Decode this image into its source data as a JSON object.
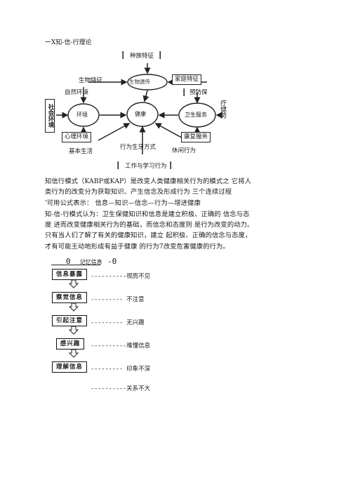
{
  "header": {
    "title": "一X知-信-行理论"
  },
  "diagram": {
    "top_label": "种族特征",
    "top_left_label": "生物特征",
    "top_right_label": "家庭特征",
    "left_top_label": "自然环境",
    "left_vertical_label": "社会环境",
    "left_bottom_label": "心理环境",
    "right_top_label": "预防保",
    "right_side_label": "疗健劳",
    "right_bottom_label": "康复服务",
    "center_top_text": "生物遗传",
    "center_text": "健康",
    "left_circle_text": "环境",
    "right_circle_text": "卫生服务",
    "bottom_left_label": "基本生活",
    "bottom_center_label": "行为生牙方式",
    "bottom_right_label": "休闲行为",
    "footer_label": "工作与学习行为"
  },
  "body": {
    "para1": "知信行模式（KABP或KAP）是改变人类健康相关行为的模式之 它将人类行为的改变分为获取知识、产生信念及形成行为 三个连续过程",
    "para2": "'可用公式表示： 信息—知识—信念—行为—增进健康",
    "para3": "知-信-行模式认为：卫生保健知识和信息是建立积极、正确的 信念与态度 进而改变健康相关行为的基础，而信念和态度则 是行为改变的动力。只有当人们了解了有关的健康知识，建立 起积极、正确的信念与态度，才有可能王动地形成有益于健康 的行为7改变危害健康的行为。"
  },
  "memory": {
    "heading_prefix": "0",
    "heading": "记忆信息",
    "heading_suffix": "-0",
    "steps": [
      {
        "box": "信息暴露",
        "result": "----------视而不见"
      },
      {
        "box": "察觉信息",
        "result": "--------- 不注意"
      },
      {
        "box": "引起注意",
        "result": "--------- 无兴趣"
      },
      {
        "box": "感兴趣",
        "result": "----------难懂信息"
      },
      {
        "box": "理解信息",
        "result": "--------- 印象不深"
      }
    ],
    "last_result": "----------关系不大"
  }
}
